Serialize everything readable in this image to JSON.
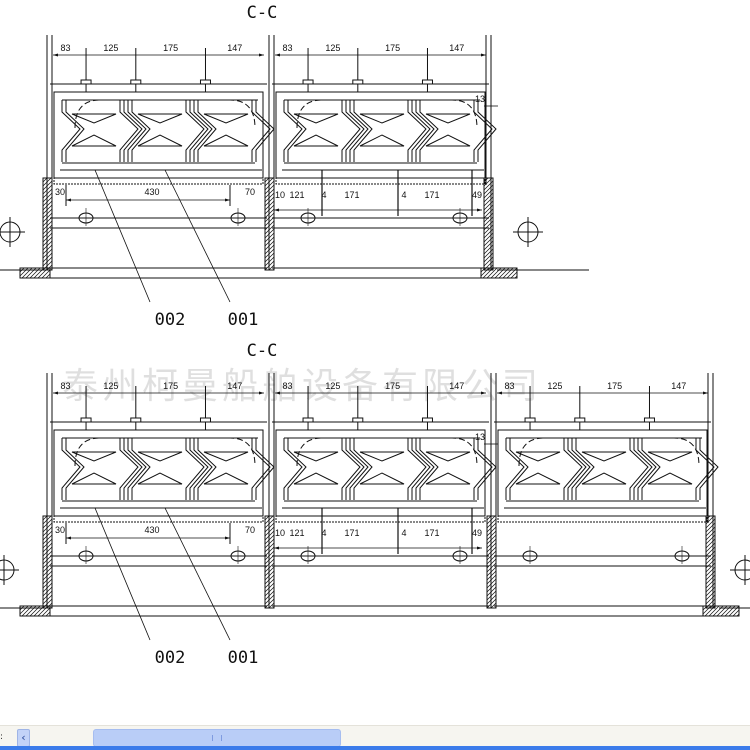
{
  "watermark": "泰州柯曼船舶设备有限公司",
  "figures": [
    {
      "section_label": "C-C",
      "bays": 2,
      "top_dims": [
        "83",
        "125",
        "175",
        "147"
      ],
      "bottom_dims_bay1": [
        "30",
        "430",
        "70"
      ],
      "bottom_dims_bay2": [
        "10",
        "121",
        "4",
        "171",
        "4",
        "171",
        "49"
      ],
      "side_dim": "13",
      "callouts": [
        "002",
        "001"
      ]
    },
    {
      "section_label": "C-C",
      "bays": 3,
      "top_dims": [
        "83",
        "125",
        "175",
        "147"
      ],
      "bottom_dims_bay1": [
        "30",
        "430",
        "70"
      ],
      "bottom_dims_bay2": [
        "10",
        "121",
        "4",
        "171",
        "4",
        "171",
        "49"
      ],
      "side_dim": "13",
      "callouts": [
        "002",
        "001"
      ]
    }
  ],
  "scrollbar": {
    "left_arrow": "‹",
    "position_fraction": 0.25
  },
  "colors": {
    "line": "#111111",
    "scroll_thumb": "#b9cdf7",
    "taskbar": "#3b7bea"
  }
}
